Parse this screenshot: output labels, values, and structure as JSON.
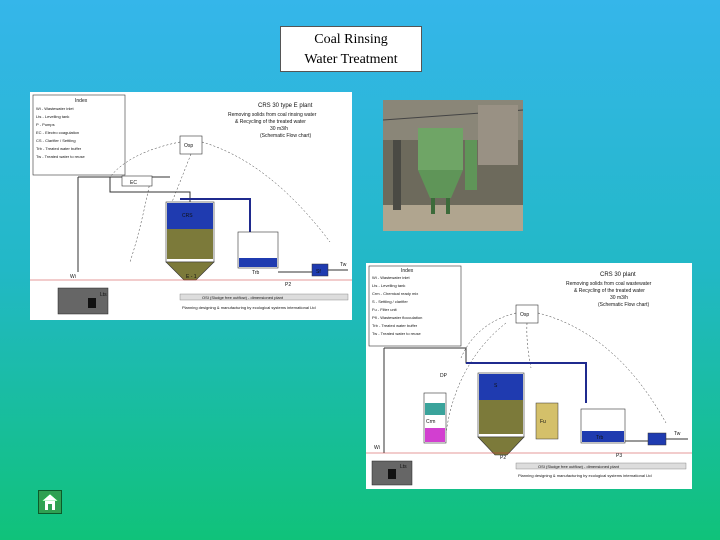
{
  "slide": {
    "title_line1": "Coal Rinsing",
    "title_line2": "Water Treatment"
  },
  "diagram1": {
    "plant_title": "CRS 30 type E plant",
    "subtitle1": "Removing solids from coal rinsing water",
    "subtitle2": "& Recycling of the treated water",
    "subtitle3": "30 m3/h",
    "subtitle4": "(Schematic Flow chart)",
    "legend_title": "Index",
    "legend": [
      "Wi - Wastewater inlet",
      "Lts - Levelling tank",
      "P - Pumps",
      "EC - Electro coagulation",
      "CS - Clarifier / Settling",
      "Trb - Treated water buffer",
      "Tw - Treated water to reuse"
    ],
    "labels": {
      "osp": "Osp",
      "crs": "CRS",
      "trb": "Trb",
      "ec": "EC",
      "wi": "Wi",
      "lts": "Lts",
      "e1": "E - 1",
      "p2": "P2",
      "sf": "Sf",
      "tw": "Tw"
    },
    "footer1": "OSI (Sludge free outflow) - dimensioned plant",
    "footer2": "Planning designing & manufacturing by ecological systems international Ltd"
  },
  "diagram2": {
    "plant_title": "CRS 30 plant",
    "subtitle1": "Removing solids from coal wastewater",
    "subtitle2": "& Recycling of the treated water",
    "subtitle3": "30 m3/h",
    "subtitle4": "(Schematic Flow chart)",
    "legend_title": "Index",
    "legend": [
      "Wi - Wastewater inlet",
      "Lts - Levelling tank",
      "Crm - Chemical ready mix",
      "S - Settling / clarifier",
      "Fu - Filter unit",
      "Pfl - Wastewater flocculation",
      "Trb - Treated water buffer",
      "Tw - Treated water to reuse"
    ],
    "labels": {
      "osp": "Osp",
      "dp": "DP",
      "crm": "Crm",
      "s": "S",
      "trb": "Trb",
      "fu": "Fu",
      "wi": "Wi",
      "lts": "Lts",
      "p2": "P2",
      "p3": "P3",
      "tw": "Tw"
    },
    "footer1": "OSI (Sludge free outflow) - dimensioned plant",
    "footer2": "Planning designing & manufacturing by ecological systems international Ltd"
  },
  "photo": {
    "alt": "Industrial treatment plant photo"
  },
  "nav": {
    "home_label": "home"
  },
  "colors": {
    "tank_blue": "#1f3bb0",
    "sludge": "#7c7a3a",
    "pipe_blue": "#1f2a8e",
    "crm_magenta": "#d23fd0",
    "teal": "#3aa39b"
  }
}
